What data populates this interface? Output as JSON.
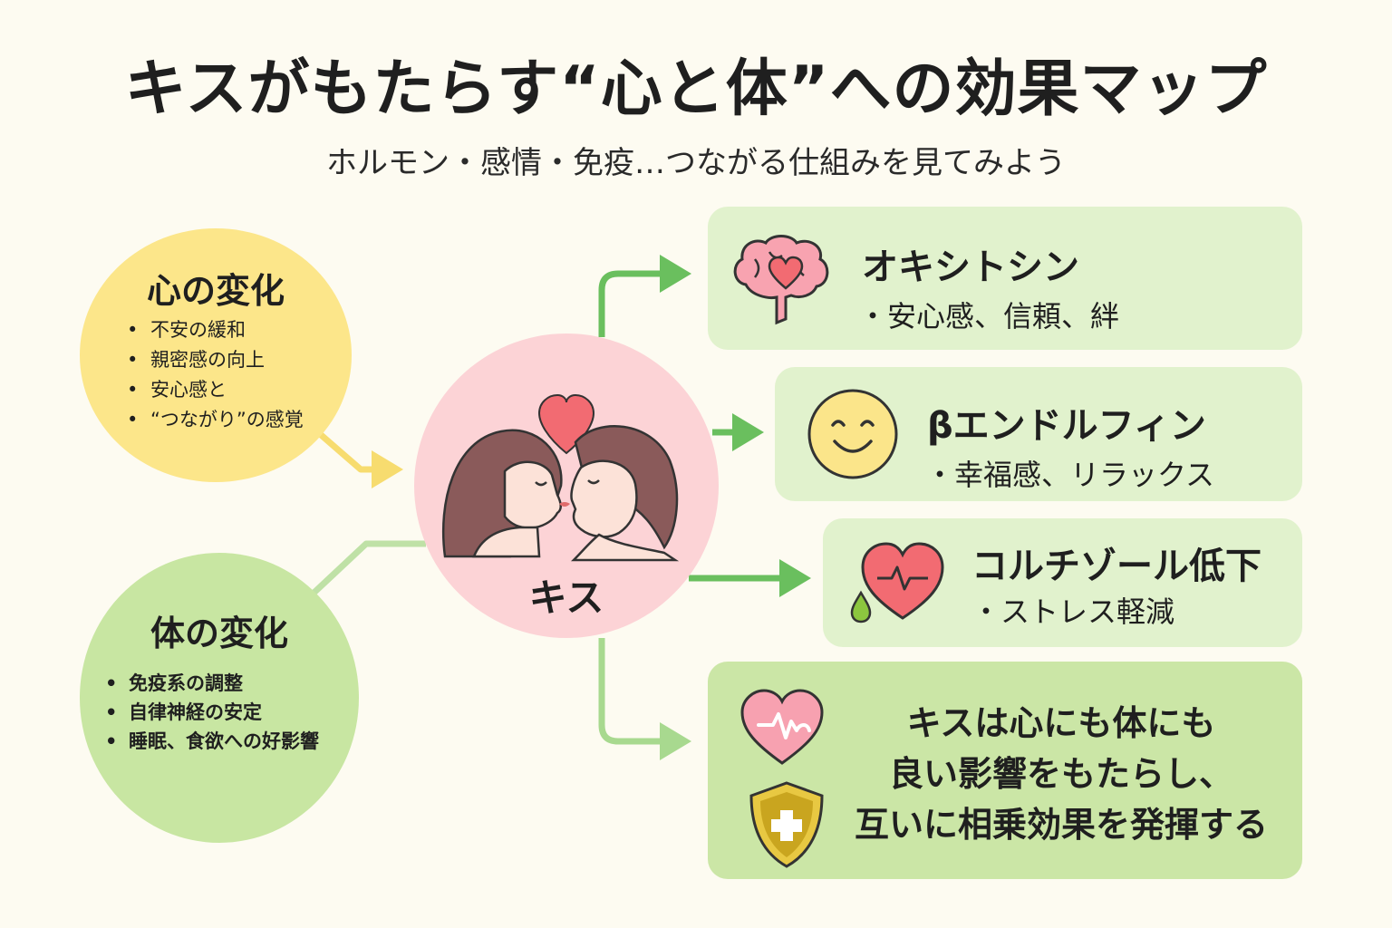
{
  "title": "キスがもたらす“心と体”への効果マップ",
  "subtitle": "ホルモン・感情・免疫…つながる仕組みを見てみよう",
  "mind": {
    "heading": "心の変化",
    "items": [
      "不安の緩和",
      "親密感の向上",
      "安心感と",
      "“つながり”の感覚"
    ]
  },
  "body": {
    "heading": "体の変化",
    "items": [
      "免疫系の調整",
      "自律神経の安定",
      "睡眠、食欲への好影響"
    ]
  },
  "center": {
    "label": "キス"
  },
  "effects": [
    {
      "title": "オキシトシン",
      "desc": "・安心感、信頼、絆",
      "icon": "brain-heart-icon"
    },
    {
      "title": "βエンドルフィン",
      "desc": "・幸福感、リラックス",
      "icon": "smiley-face-icon"
    },
    {
      "title": "コルチゾール低下",
      "desc": "・ストレス軽減",
      "icon": "heart-pulse-drop-icon"
    }
  ],
  "summary": {
    "lines": [
      "キスは心にも体にも",
      "良い影響をもたらし、",
      "互いに相乗効果を発揮する"
    ],
    "icons": [
      "heartbeat-heart-icon",
      "shield-cross-icon"
    ]
  },
  "colors": {
    "background": "#fdfbf1",
    "mind": "#fce68a",
    "body": "#c8e6a2",
    "kiss": "#fcd3d6",
    "card": "#e1f2cd",
    "summary_card": "#cbe6a6",
    "arrow_green": "#6abf5e",
    "arrow_yellow": "#f7dc6f"
  }
}
